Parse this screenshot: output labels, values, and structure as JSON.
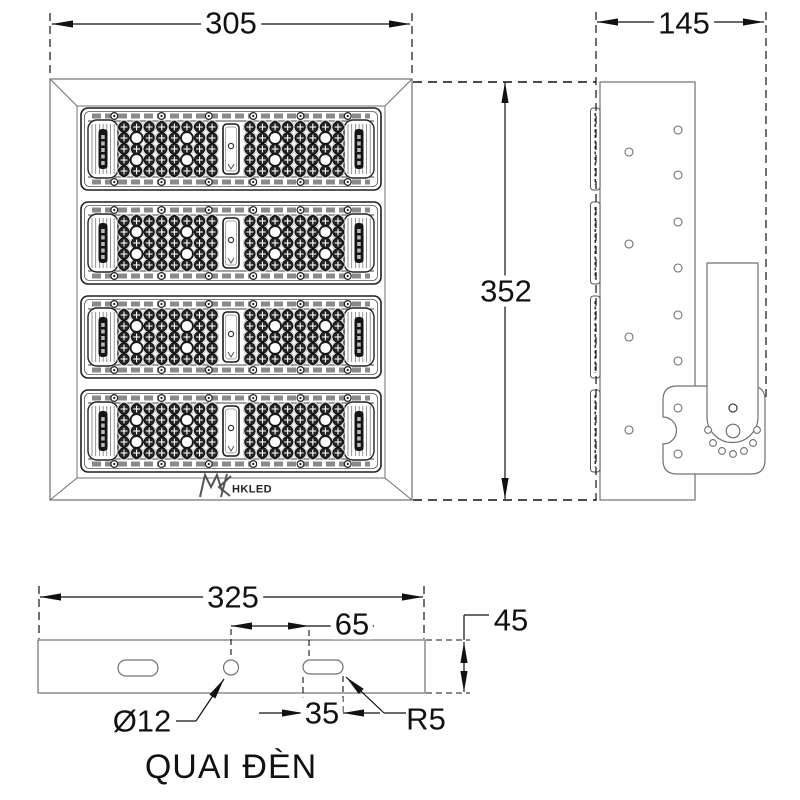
{
  "labels": {
    "front_width": "305",
    "side_depth": "145",
    "front_height": "352",
    "bracket_length": "325",
    "hole_offset": "65",
    "bracket_height": "45",
    "hole_diameter": "Ø12",
    "slot_width": "35",
    "slot_radius": "R5",
    "bracket_title": "QUAI ĐÈN",
    "brand": "HKLED"
  },
  "colors": {
    "background": "#ffffff",
    "geometry": "#707070",
    "dimension": "#111111",
    "detail": "#1f1f1f"
  }
}
